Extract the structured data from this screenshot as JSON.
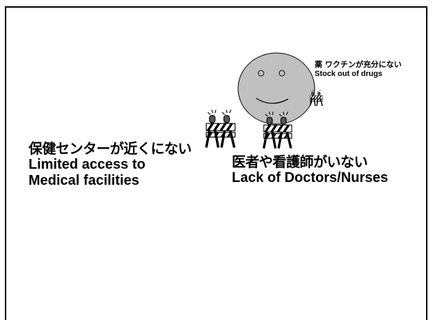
{
  "slide": {
    "labels": {
      "access": {
        "jp": "保健センターが近くにない",
        "en1": "Limited access to",
        "en2": "Medical facilities"
      },
      "staff": {
        "jp": "医者や看護師がいない",
        "en": "Lack of Doctors/Nurses"
      },
      "drugs": {
        "jp": "薬 ワクチンが充分にない",
        "en": "Stock out of drugs"
      }
    },
    "icons": [
      "smiley-face-icon",
      "roadblock-icon"
    ],
    "colors": {
      "face_fill": "#c0c0c0",
      "line": "#000000",
      "background": "#ffffff"
    }
  }
}
